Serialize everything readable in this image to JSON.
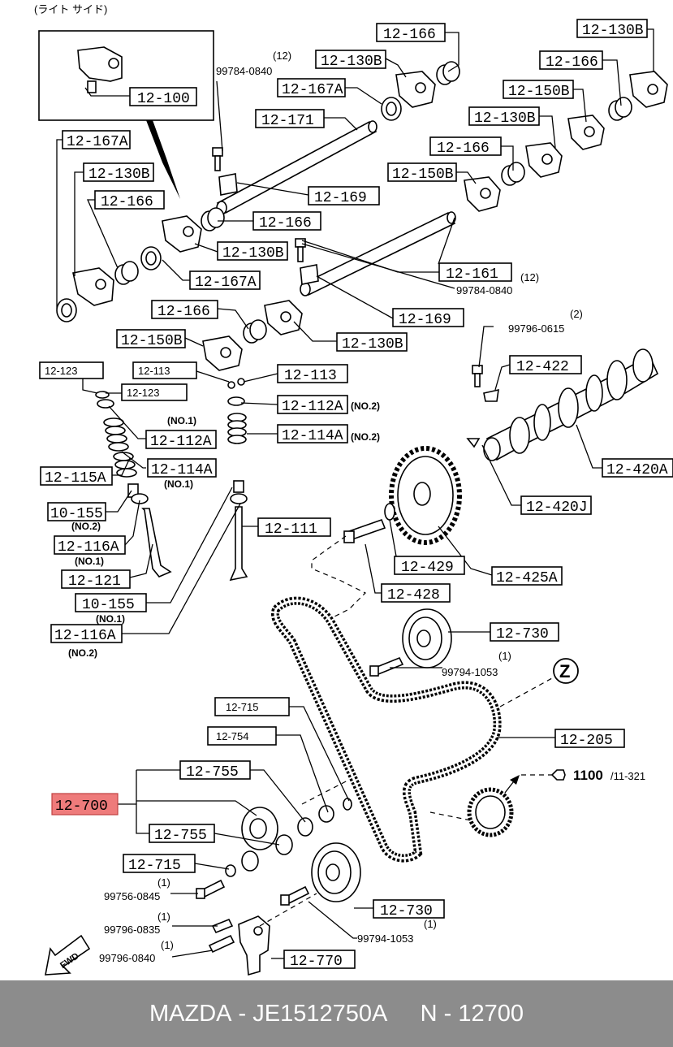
{
  "header_note": "(ライト サイド)",
  "labels": {
    "l12_100": "12-100",
    "l12_166_a": "12-166",
    "l12_130b_a": "12-130B",
    "l12_130b_b": "12-130B",
    "l12_166_b": "12-166",
    "l12_167a_a": "12-167A",
    "l12_150b_a": "12-150B",
    "l12_171": "12-171",
    "l12_130b_c": "12-130B",
    "l12_166_c": "12-166",
    "l12_167a_b": "12-167A",
    "l12_150b_b": "12-150B",
    "l12_130b_d": "12-130B",
    "l12_166_d": "12-166",
    "l12_169_a": "12-169",
    "l12_166_e": "12-166",
    "l12_130b_e": "12-130B",
    "l12_161": "12-161",
    "l12_167a_c": "12-167A",
    "l12_169_b": "12-169",
    "l12_166_f": "12-166",
    "l12_150b_c": "12-150B",
    "l12_130b_f": "12-130B",
    "l12_123_a": "12-123",
    "l12_113_a": "12-113",
    "l12_113_b": "12-113",
    "l12_123_b": "12-123",
    "l12_112a_a": "12-112A",
    "l12_112a_b": "12-112A",
    "l12_114a_a": "12-114A",
    "l12_114a_b": "12-114A",
    "l12_115a": "12-115A",
    "l10_155_a": "10-155",
    "l12_116a_a": "12-116A",
    "l12_121": "12-121",
    "l10_155_b": "10-155",
    "l12_116a_b": "12-116A",
    "l12_111": "12-111",
    "l12_422": "12-422",
    "l12_420a": "12-420A",
    "l12_420j": "12-420J",
    "l12_429": "12-429",
    "l12_425a": "12-425A",
    "l12_428": "12-428",
    "l12_730_a": "12-730",
    "l12_715_a": "12-715",
    "l12_754": "12-754",
    "l12_205": "12-205",
    "l12_755_a": "12-755",
    "l12_700": "12-700",
    "l12_755_b": "12-755",
    "l12_715_b": "12-715",
    "l12_730_b": "12-730",
    "l12_770": "12-770"
  },
  "bolts": {
    "b99784_a": "99784-0840",
    "b99784_b": "99784-0840",
    "b99796_0615": "99796-0615",
    "b99794_a": "99794-1053",
    "b99756": "99756-0845",
    "b99796_0835": "99796-0835",
    "b99796_0840": "99796-0840",
    "b99794_b": "99794-1053"
  },
  "quantities": {
    "q12_a": "(12)",
    "q12_b": "(12)",
    "q2": "(2)",
    "q1_a": "(1)",
    "q1_b": "(1)",
    "q1_c": "(1)",
    "q1_d": "(1)",
    "q1_e": "(1)"
  },
  "notes": {
    "no1_a": "(NO.1)",
    "no2_a": "(NO.2)",
    "no2_b": "(NO.2)",
    "no1_b": "(NO.1)",
    "no2_c": "(NO.2)",
    "no1_c": "(NO.1)",
    "no1_d": "(NO.1)",
    "no2_d": "(NO.2)"
  },
  "zone_marker": "Z",
  "ref_main": "1100",
  "ref_sub": "/11-321",
  "fwd": "FWD",
  "footer": {
    "brand": "MAZDA",
    "sep1": " - ",
    "part_number": "JE1512750A",
    "gap": "     ",
    "ref": "N - 12700"
  },
  "colors": {
    "highlight": "#ee7b7b",
    "footer_bg": "#8c8c8c"
  }
}
